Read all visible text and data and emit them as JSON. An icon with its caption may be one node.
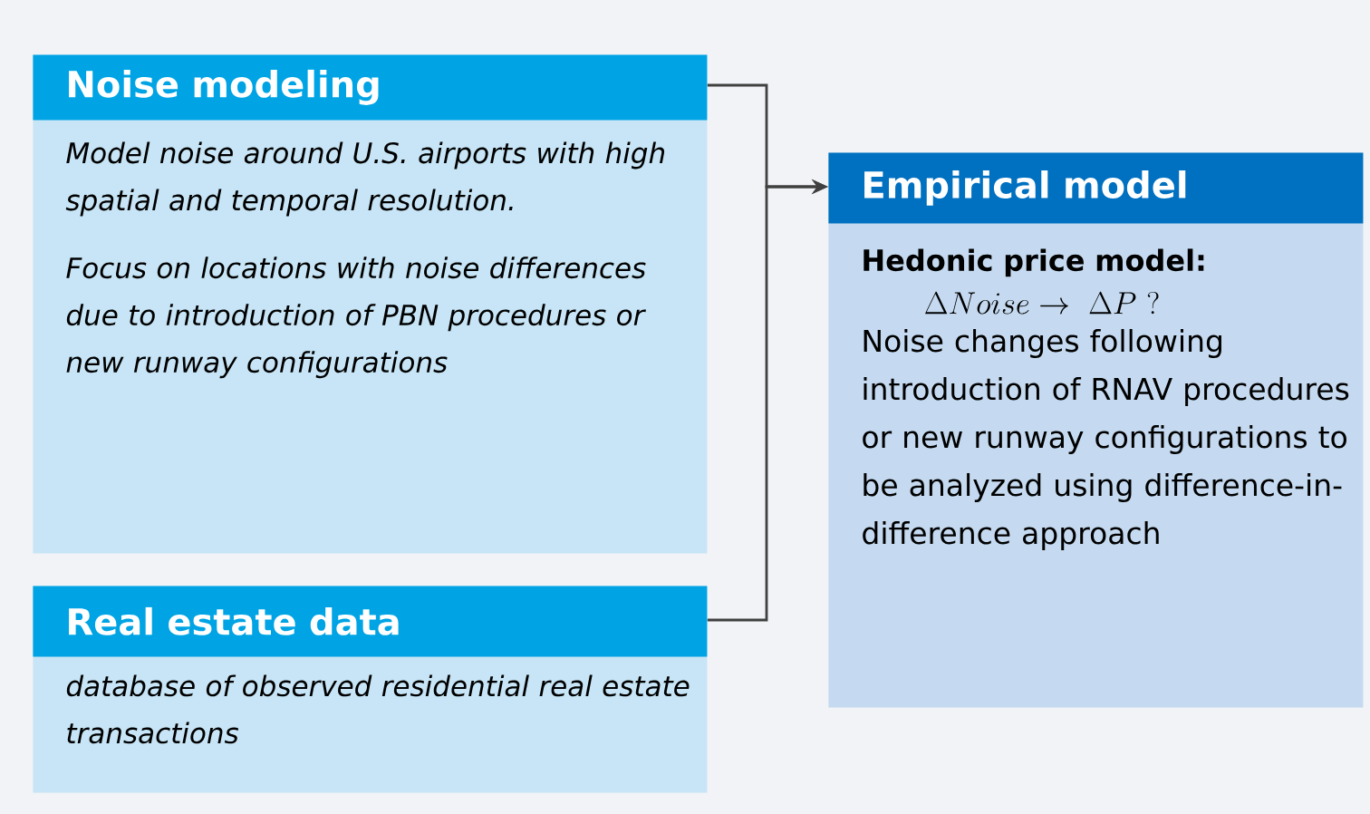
{
  "diagram": {
    "nodes": [
      {
        "text": [
          "Noise modeling",
          "Model noise around U.S. airports with high spatial and temporal resolution.",
          "Focus on locations with noise differences due to introduction of PBN procedures or new runway configurations"
        ]
      },
      {
        "text": [
          "Real estate data",
          "database of observed residential real estate transactions"
        ]
      },
      {
        "text": [
          "Empirical model",
          "Hedonic price model:",
          "\\Delta Noise \\rightarrow\\ \\Delta P\\ ?",
          "Noise changes following introduction of RNAV procedures or new runway configurations to be analyzed using difference-in-difference approach"
        ]
      }
    ],
    "edges": [
      {
        "from": 0,
        "to": 2,
        "arrow": "to"
      },
      {
        "from": 1,
        "to": 2,
        "arrow": "to"
      }
    ]
  }
}
